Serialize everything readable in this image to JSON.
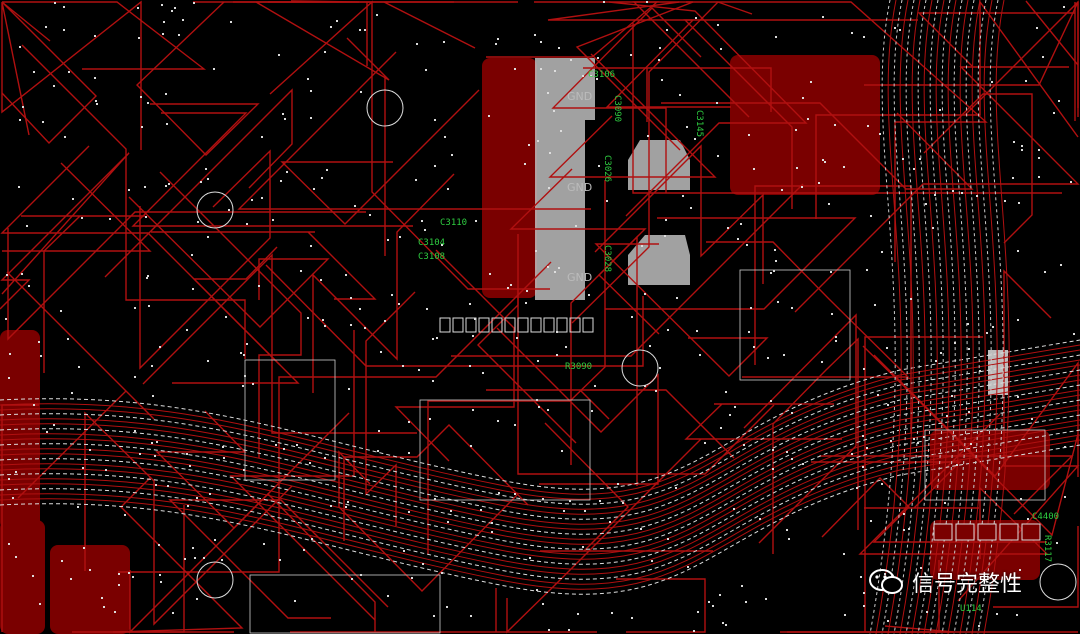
{
  "board": {
    "background": "#000000",
    "copper_color": "#7a0000",
    "trace_color": "#b01010",
    "pour_color": "#bdbdbd",
    "silk_color": "#2ecc40"
  },
  "pads": {
    "gnd_labels": [
      "GND",
      "GND",
      "GND"
    ]
  },
  "designators": [
    "C3106",
    "C3090",
    "C3026",
    "C3028",
    "C3145",
    "C3104",
    "C3108",
    "C3110",
    "R3090",
    "C4400",
    "U114",
    "R3117"
  ],
  "watermark": {
    "text": "信号完整性",
    "icon": "wechat-icon"
  }
}
